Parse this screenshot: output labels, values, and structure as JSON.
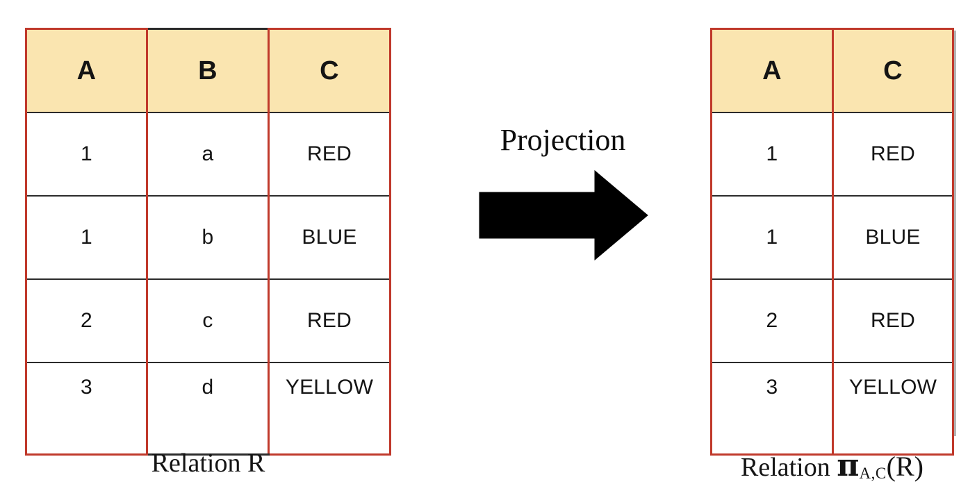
{
  "diagram": {
    "title_text": "Projection",
    "arrow_icon": "right-block-arrow-icon",
    "accent_border_color": "#c0392b",
    "header_fill_color": "#fae5b0",
    "grid_line_color": "#2b2b2b"
  },
  "left_table": {
    "caption": "Relation R",
    "caption_name": "Relation R",
    "columns": [
      "A",
      "B",
      "C"
    ],
    "rows": [
      [
        "1",
        "a",
        "RED"
      ],
      [
        "1",
        "b",
        "BLUE"
      ],
      [
        "2",
        "c",
        "RED"
      ],
      [
        "3",
        "d",
        "YELLOW"
      ]
    ]
  },
  "right_table": {
    "caption_prefix": "Relation",
    "caption_operator": "π",
    "caption_subscript": "A,C",
    "caption_operand": "(R)",
    "caption_full": "Relation πA,C(R)",
    "columns": [
      "A",
      "C"
    ],
    "rows": [
      [
        "1",
        "RED"
      ],
      [
        "1",
        "BLUE"
      ],
      [
        "2",
        "RED"
      ],
      [
        "3",
        "YELLOW"
      ]
    ]
  }
}
